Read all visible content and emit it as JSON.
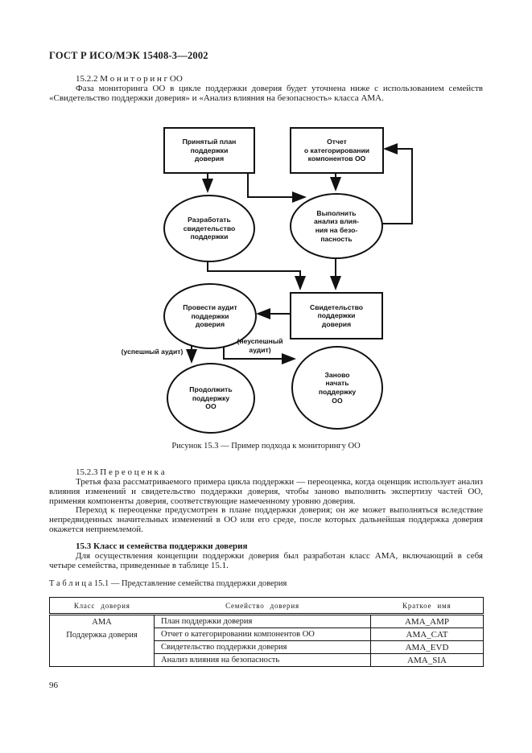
{
  "page": {
    "header": "ГОСТ Р ИСО/МЭК 15408-3—2002",
    "page_number": "96"
  },
  "sections": {
    "s1522": {
      "heading": "15.2.2 М о н и т о р и н г  ОО",
      "para": "Фаза мониторинга ОО в цикле поддержки доверия будет уточнена ниже с использованием семейств «Свидетельство поддержки доверия» и «Анализ влияния на безопасность» класса АМА."
    },
    "s1523": {
      "heading": "15.2.3 П е р е о ц е н к а",
      "para1": "Третья фаза рассматриваемого примера цикла поддержки — переоценка, когда оценщик использует анализ влияния изменений и свидетельство поддержки доверия, чтобы заново выполнить экспертизу частей ОО, применяя компоненты доверия, соответствующие намеченному уровню доверия.",
      "para2": "Переход к переоценке предусмотрен в плане поддержки доверия; он же может выполняться вследствие непредвиденных значительных изменений в ОО или его среде, после которых дальнейшая поддержка доверия окажется неприемлемой."
    },
    "s153": {
      "heading": "15.3 Класс и семейства поддержки доверия",
      "para": "Для осуществления концепции поддержки доверия был разработан класс АМА, включающий в себя четыре семейства, приведенные в таблице 15.1."
    }
  },
  "figure": {
    "caption": "Рисунок 15.3 — Пример подхода к мониторингу ОО",
    "nodes": {
      "plan_box": "Принятый план\nподдержки\nдоверия",
      "report_box": "Отчет\nо категорировании\nкомпонентов ОО",
      "develop_ellipse": "Разработать\nсвидетельство\nподдержки",
      "analysis_ellipse": "Выполнить\nанализ влия-\nния на безо-\nпасность",
      "evidence_box": "Свидетельство\nподдержки\nдоверия",
      "audit_ellipse": "Провести аудит\nподдержки\nдоверия",
      "continue_ellipse": "Продолжить\nподдержку\nОО",
      "restart_ellipse": "Заново\nначать\nподдержку\nОО",
      "label_success": "(успешный аудит)",
      "label_fail": "(неуспешный\nаудит)"
    }
  },
  "table": {
    "caption": "Т а б л и ц а  15.1 — Представление семейства поддержки доверия",
    "headers": [
      "Класс доверия",
      "Семейство доверия",
      "Краткое имя"
    ],
    "class_cell": "АМА\nПоддержка доверия",
    "rows": [
      {
        "family": "План поддержки доверия",
        "short": "AMA_AMP"
      },
      {
        "family": "Отчет о категорировании компонентов ОО",
        "short": "AMA_CAT"
      },
      {
        "family": "Свидетельство поддержки доверия",
        "short": "AMA_EVD"
      },
      {
        "family": "Анализ влияния на безопасность",
        "short": "AMA_SIA"
      }
    ]
  }
}
